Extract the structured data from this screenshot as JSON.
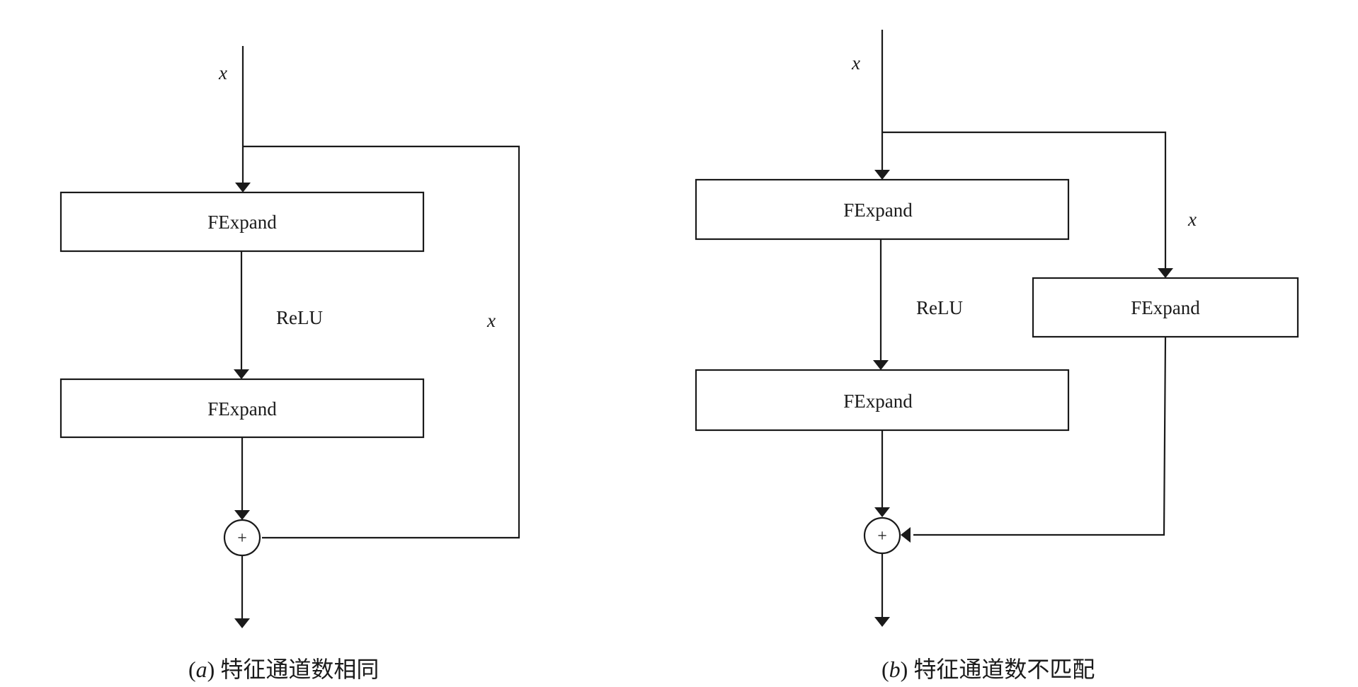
{
  "diagram_a": {
    "input_label": "x",
    "block1_label": "FExpand",
    "activation_label": "ReLU",
    "block2_label": "FExpand",
    "skip_label": "x",
    "add_symbol": "+",
    "caption_letter": "a",
    "caption_text": "特征通道数相同"
  },
  "diagram_b": {
    "input_label": "x",
    "block1_label": "FExpand",
    "activation_label": "ReLU",
    "block2_label": "FExpand",
    "skip_label": "x",
    "skip_block_label": "FExpand",
    "add_symbol": "+",
    "caption_letter": "b",
    "caption_text": "特征通道数不匹配"
  }
}
